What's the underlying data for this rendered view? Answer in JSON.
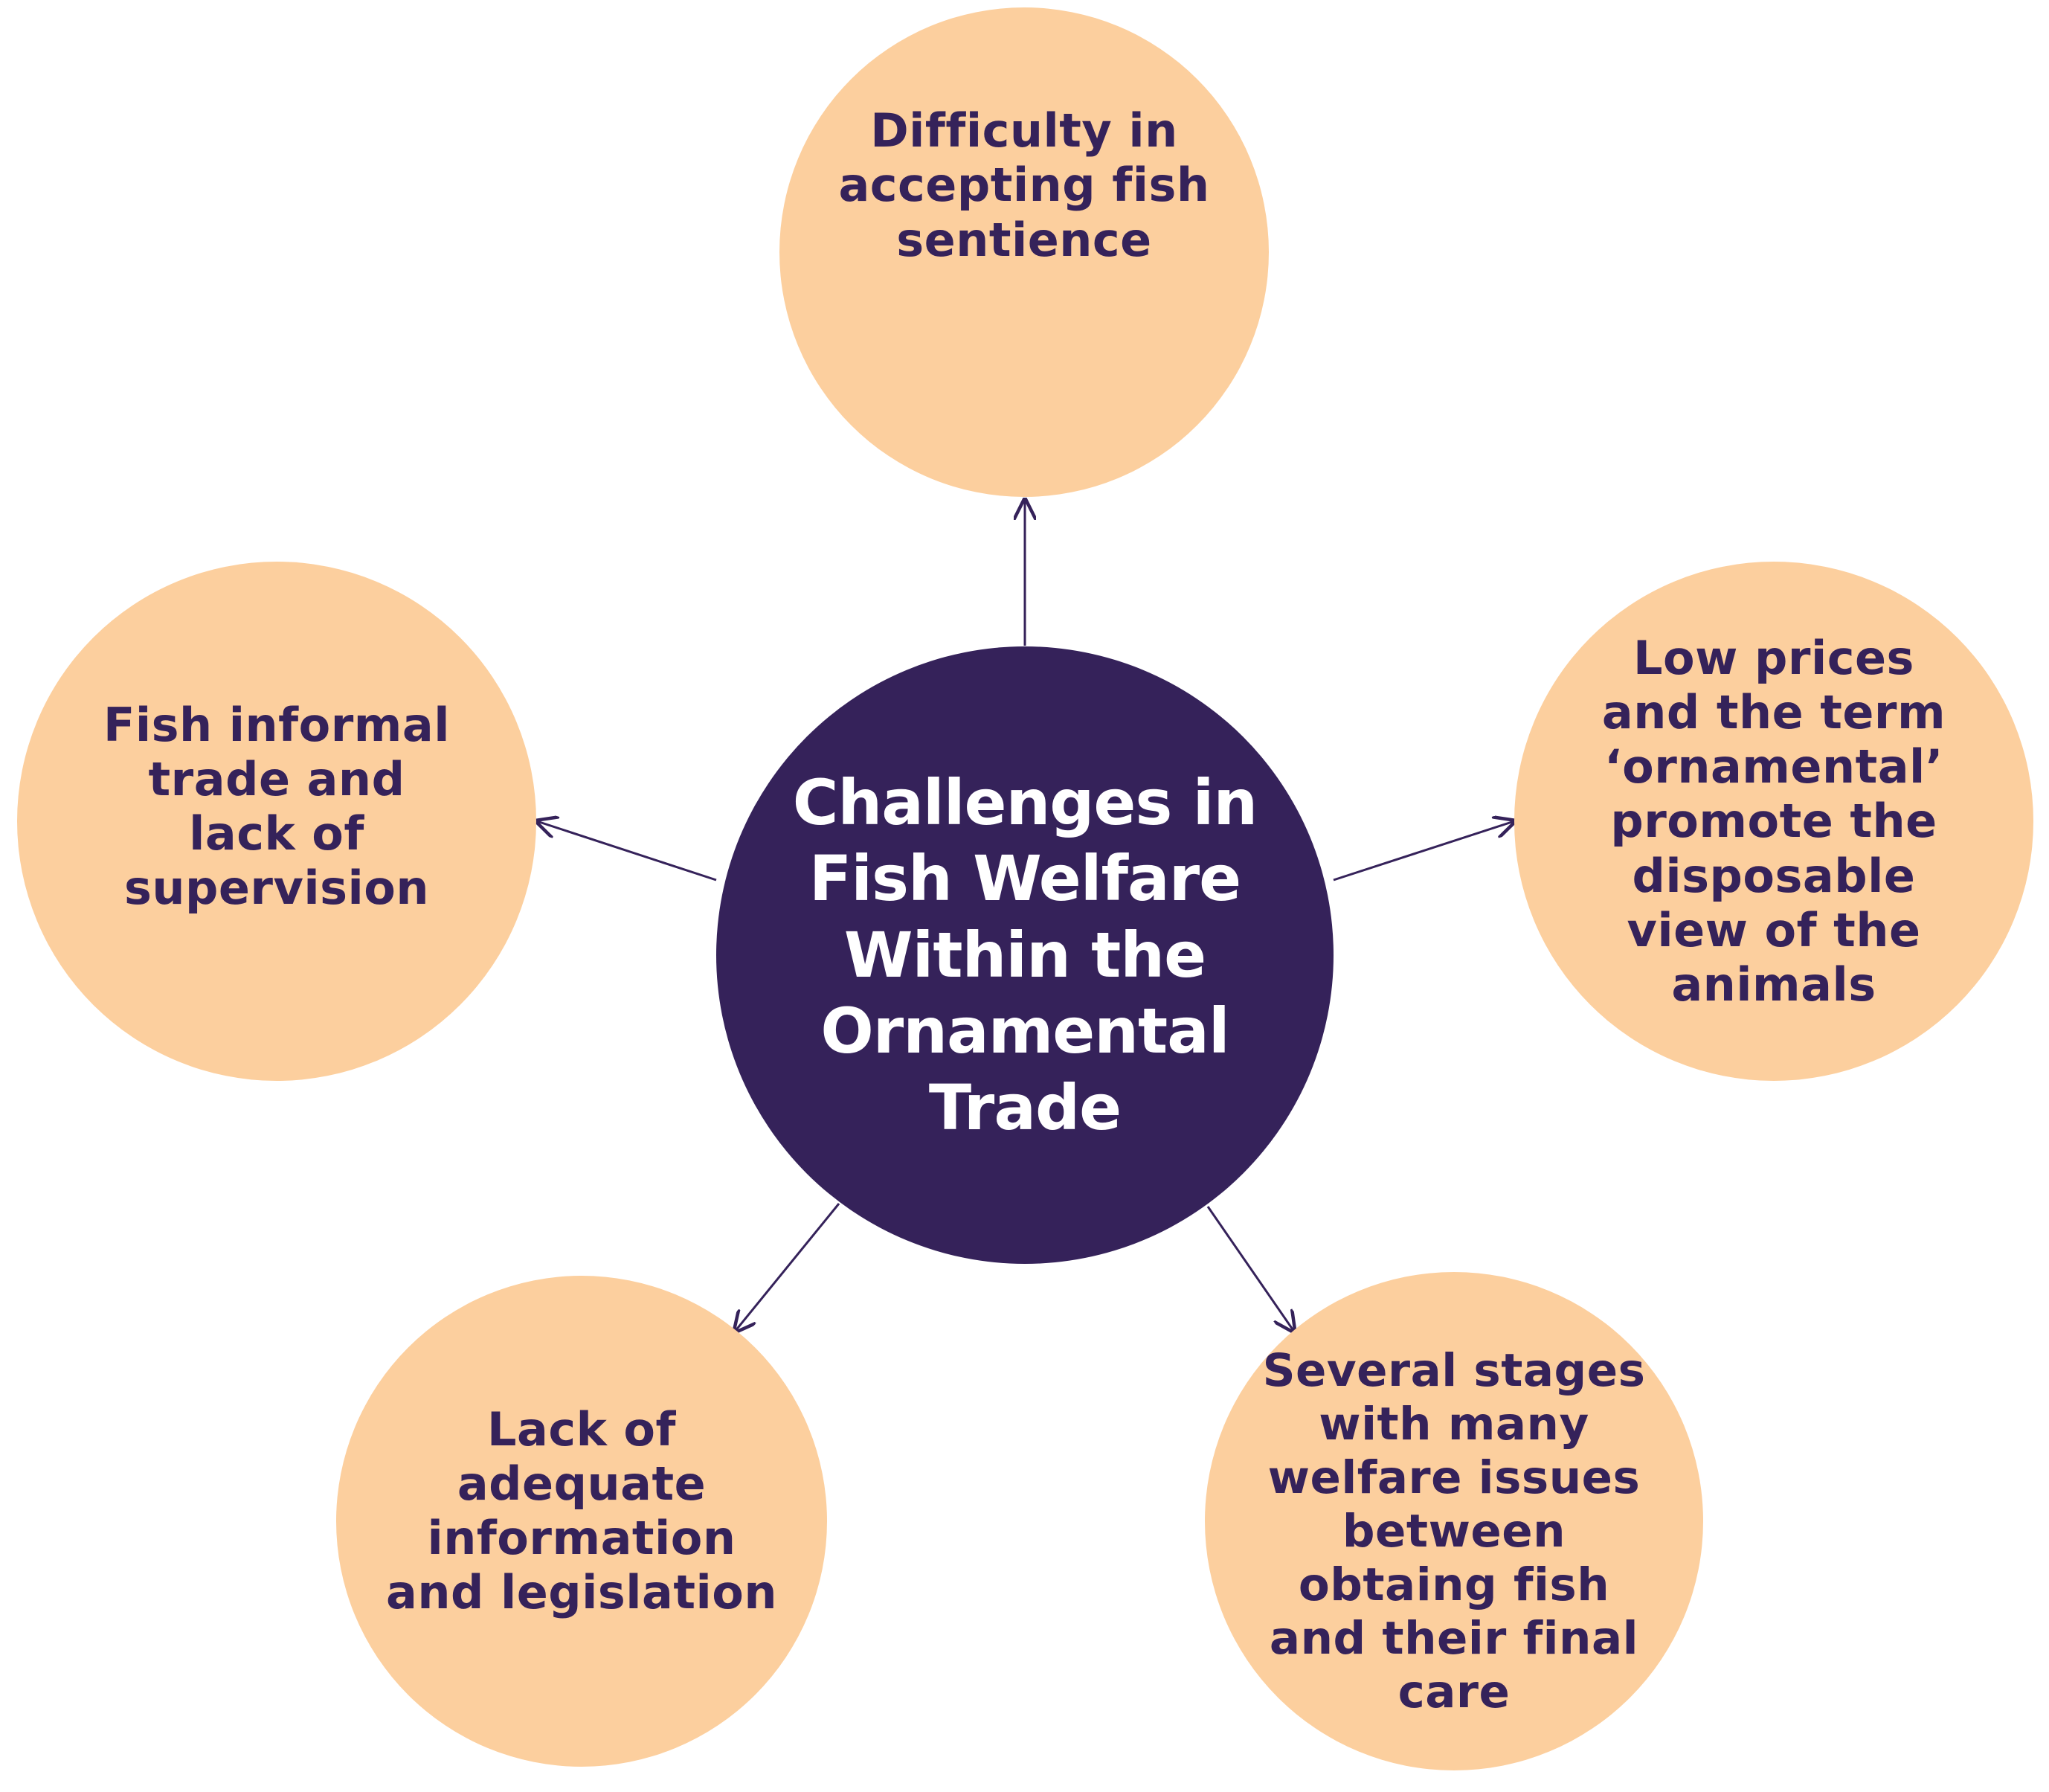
{
  "diagram": {
    "center": {
      "text": "Challenges in\nFish Welfare\nWithin the\nOrnamental\nTrade"
    },
    "challenges": {
      "top": "Difficulty in\naccepting fish\nsentience",
      "right": "Low prices\nand the term\n‘ornamental’\npromote the\ndisposable\nview of the\nanimals",
      "bottom_right": "Several stages\nwith many\nwelfare issues\nbetween\nobtaing fish\nand their final\ncare",
      "bottom_left": "Lack of\nadequate\ninformation\nand legislation",
      "left": "Fish informal\ntrade and\nlack of\nsupervision"
    },
    "colors": {
      "center_fill": "#35225a",
      "outer_fill": "#fccf9e",
      "text_dark": "#35225a",
      "arrow": "#35225a"
    }
  }
}
